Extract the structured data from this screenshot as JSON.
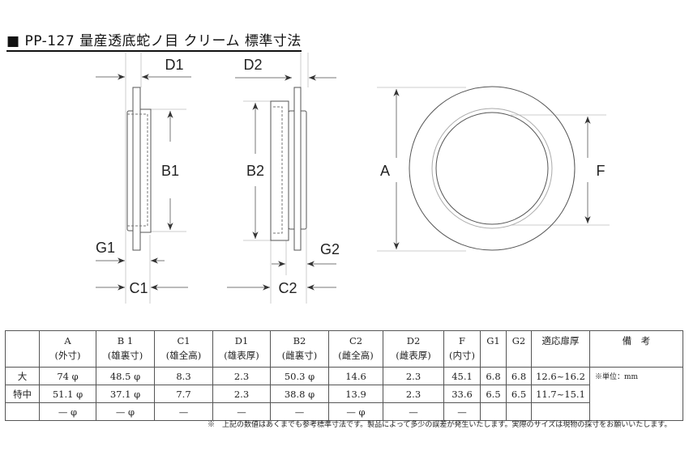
{
  "title": "■ PP-127 量産透底蛇ノ目 クリーム 標準寸法",
  "drawing": {
    "labels": {
      "d1": "D1",
      "d2": "D2",
      "b1": "B1",
      "b2": "B2",
      "g1": "G1",
      "g2": "G2",
      "c1": "C1",
      "c2": "C2",
      "a": "A",
      "f": "F"
    }
  },
  "table": {
    "headers": [
      {
        "code": "",
        "desc": ""
      },
      {
        "code": "A",
        "desc": "(外寸)"
      },
      {
        "code": "B 1",
        "desc": "(雄裏寸)"
      },
      {
        "code": "C1",
        "desc": "(雄全高)"
      },
      {
        "code": "D1",
        "desc": "(雄表厚)"
      },
      {
        "code": "B2",
        "desc": "(雌裏寸)"
      },
      {
        "code": "C2",
        "desc": "(雌全高)"
      },
      {
        "code": "D2",
        "desc": "(雌表厚)"
      },
      {
        "code": "F",
        "desc": "(内寸)"
      },
      {
        "code": "G1",
        "desc": ""
      },
      {
        "code": "G2",
        "desc": ""
      },
      {
        "code": "適応扉厚",
        "desc": ""
      },
      {
        "code": "備　考",
        "desc": ""
      }
    ],
    "rows": [
      [
        "大",
        "74 φ",
        "48.5 φ",
        "8.3",
        "2.3",
        "50.3 φ",
        "14.6",
        "2.3",
        "45.1",
        "6.8",
        "6.8",
        "12.6~16.2"
      ],
      [
        "特中",
        "51.1 φ",
        "37.1 φ",
        "7.7",
        "2.3",
        "38.8 φ",
        "13.9",
        "2.3",
        "33.6",
        "6.5",
        "6.5",
        "11.7~15.1"
      ],
      [
        "",
        "— φ",
        "— φ",
        "—",
        "—",
        "—",
        "— φ",
        "—",
        "—",
        "",
        "",
        ""
      ]
    ],
    "remark": "※単位：mm"
  },
  "footnote": "※　上記の数値はあくまでも参考標準寸法です。製品によって多少の誤差が発生いたします。実際のサイズは現物の採寸をお願いいたします。"
}
